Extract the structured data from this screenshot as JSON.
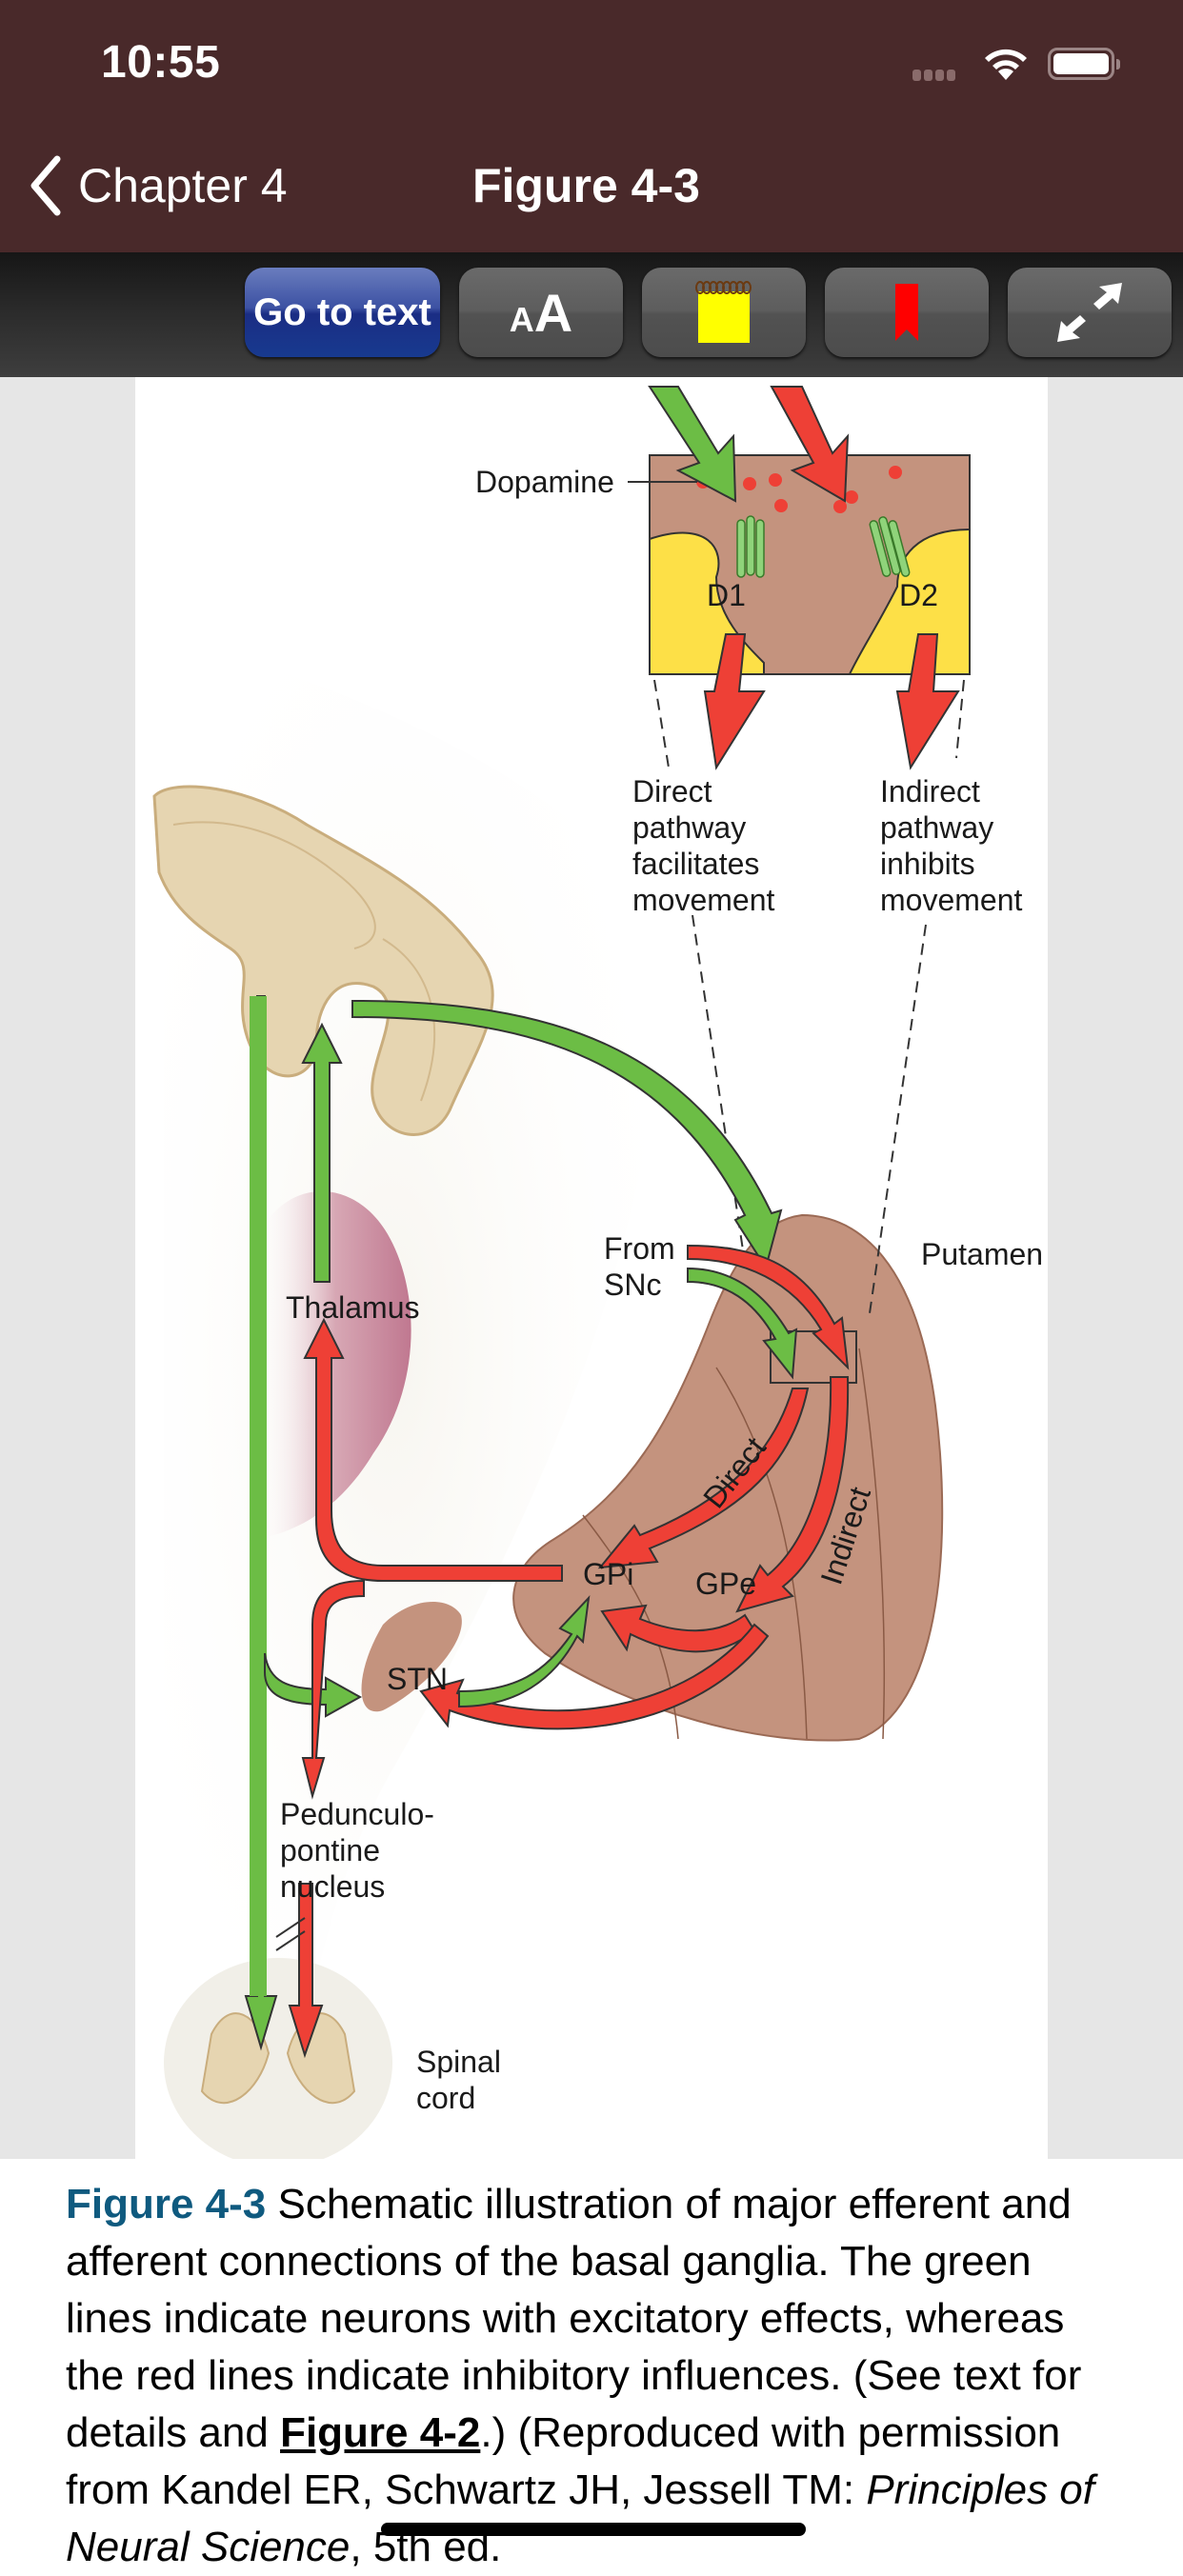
{
  "status_bar": {
    "time": "10:55",
    "icons": [
      "signal-icon",
      "wifi-icon",
      "battery-icon"
    ]
  },
  "nav": {
    "back_label": "Chapter 4",
    "title": "Figure 4-3"
  },
  "toolbar": {
    "go_to_text_label": "Go to text",
    "font_size_small": "A",
    "font_size_large": "A",
    "buttons": [
      "go-to-text",
      "font-size",
      "note",
      "bookmark",
      "fullscreen"
    ],
    "colors": {
      "note": "#ffff00",
      "bookmark": "#ff0000",
      "go_to_text": "#1a2d84"
    }
  },
  "figure": {
    "labels": {
      "dopamine": "Dopamine",
      "d1": "D1",
      "d2": "D2",
      "direct_pathway": [
        "Direct",
        "pathway",
        "facilitates",
        "movement"
      ],
      "indirect_pathway": [
        "Indirect",
        "pathway",
        "inhibits",
        "movement"
      ],
      "from_snc": [
        "From",
        "SNc"
      ],
      "putamen": "Putamen",
      "thalamus": "Thalamus",
      "direct": "Direct",
      "indirect": "Indirect",
      "gpi": "GPi",
      "gpe": "GPe",
      "stn": "STN",
      "pedunculopontine": [
        "Pedunculo-",
        "pontine",
        "nucleus"
      ],
      "spinal_cord": [
        "Spinal",
        "cord"
      ]
    },
    "colors": {
      "excitatory": "#6cbd45",
      "inhibitory": "#ee4036",
      "putamen": "#c4937e",
      "cortex": "#e6d5b1",
      "thalamus": "#c7869a",
      "synapse_yellow": "#fde047"
    }
  },
  "caption": {
    "figure_label": "Figure 4-3",
    "text_1": " Schematic illustration of major efferent and afferent connections of the basal ganglia. The green lines indicate neurons with excitatory effects, whereas the red lines indicate inhibitory influences. (See text for details and ",
    "link": "Figure 4-2",
    "text_2": ".) (Reproduced with permission from Kandel ER, Schwartz JH, Jessell TM: ",
    "book_title": "Principles of Neural Science",
    "text_3": ", 5th ed."
  }
}
